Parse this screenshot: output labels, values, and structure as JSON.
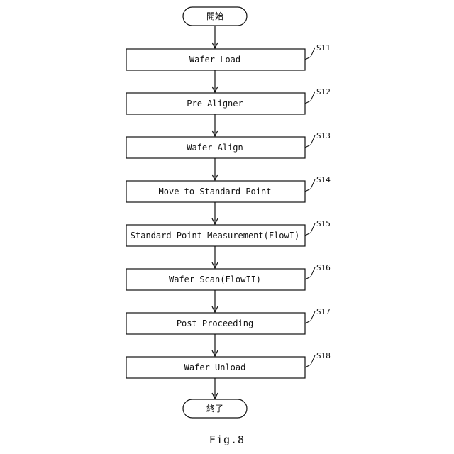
{
  "start_label": "開始",
  "end_label": "終了",
  "steps": [
    {
      "id": "S11",
      "label": "Wafer Load"
    },
    {
      "id": "S12",
      "label": "Pre-Aligner"
    },
    {
      "id": "S13",
      "label": "Wafer Align"
    },
    {
      "id": "S14",
      "label": "Move to Standard Point"
    },
    {
      "id": "S15",
      "label": "Standard Point Measurement(FlowI)"
    },
    {
      "id": "S16",
      "label": "Wafer Scan(FlowII)"
    },
    {
      "id": "S17",
      "label": "Post Proceeding"
    },
    {
      "id": "S18",
      "label": "Wafer Unload"
    }
  ],
  "caption": "Fig.8"
}
